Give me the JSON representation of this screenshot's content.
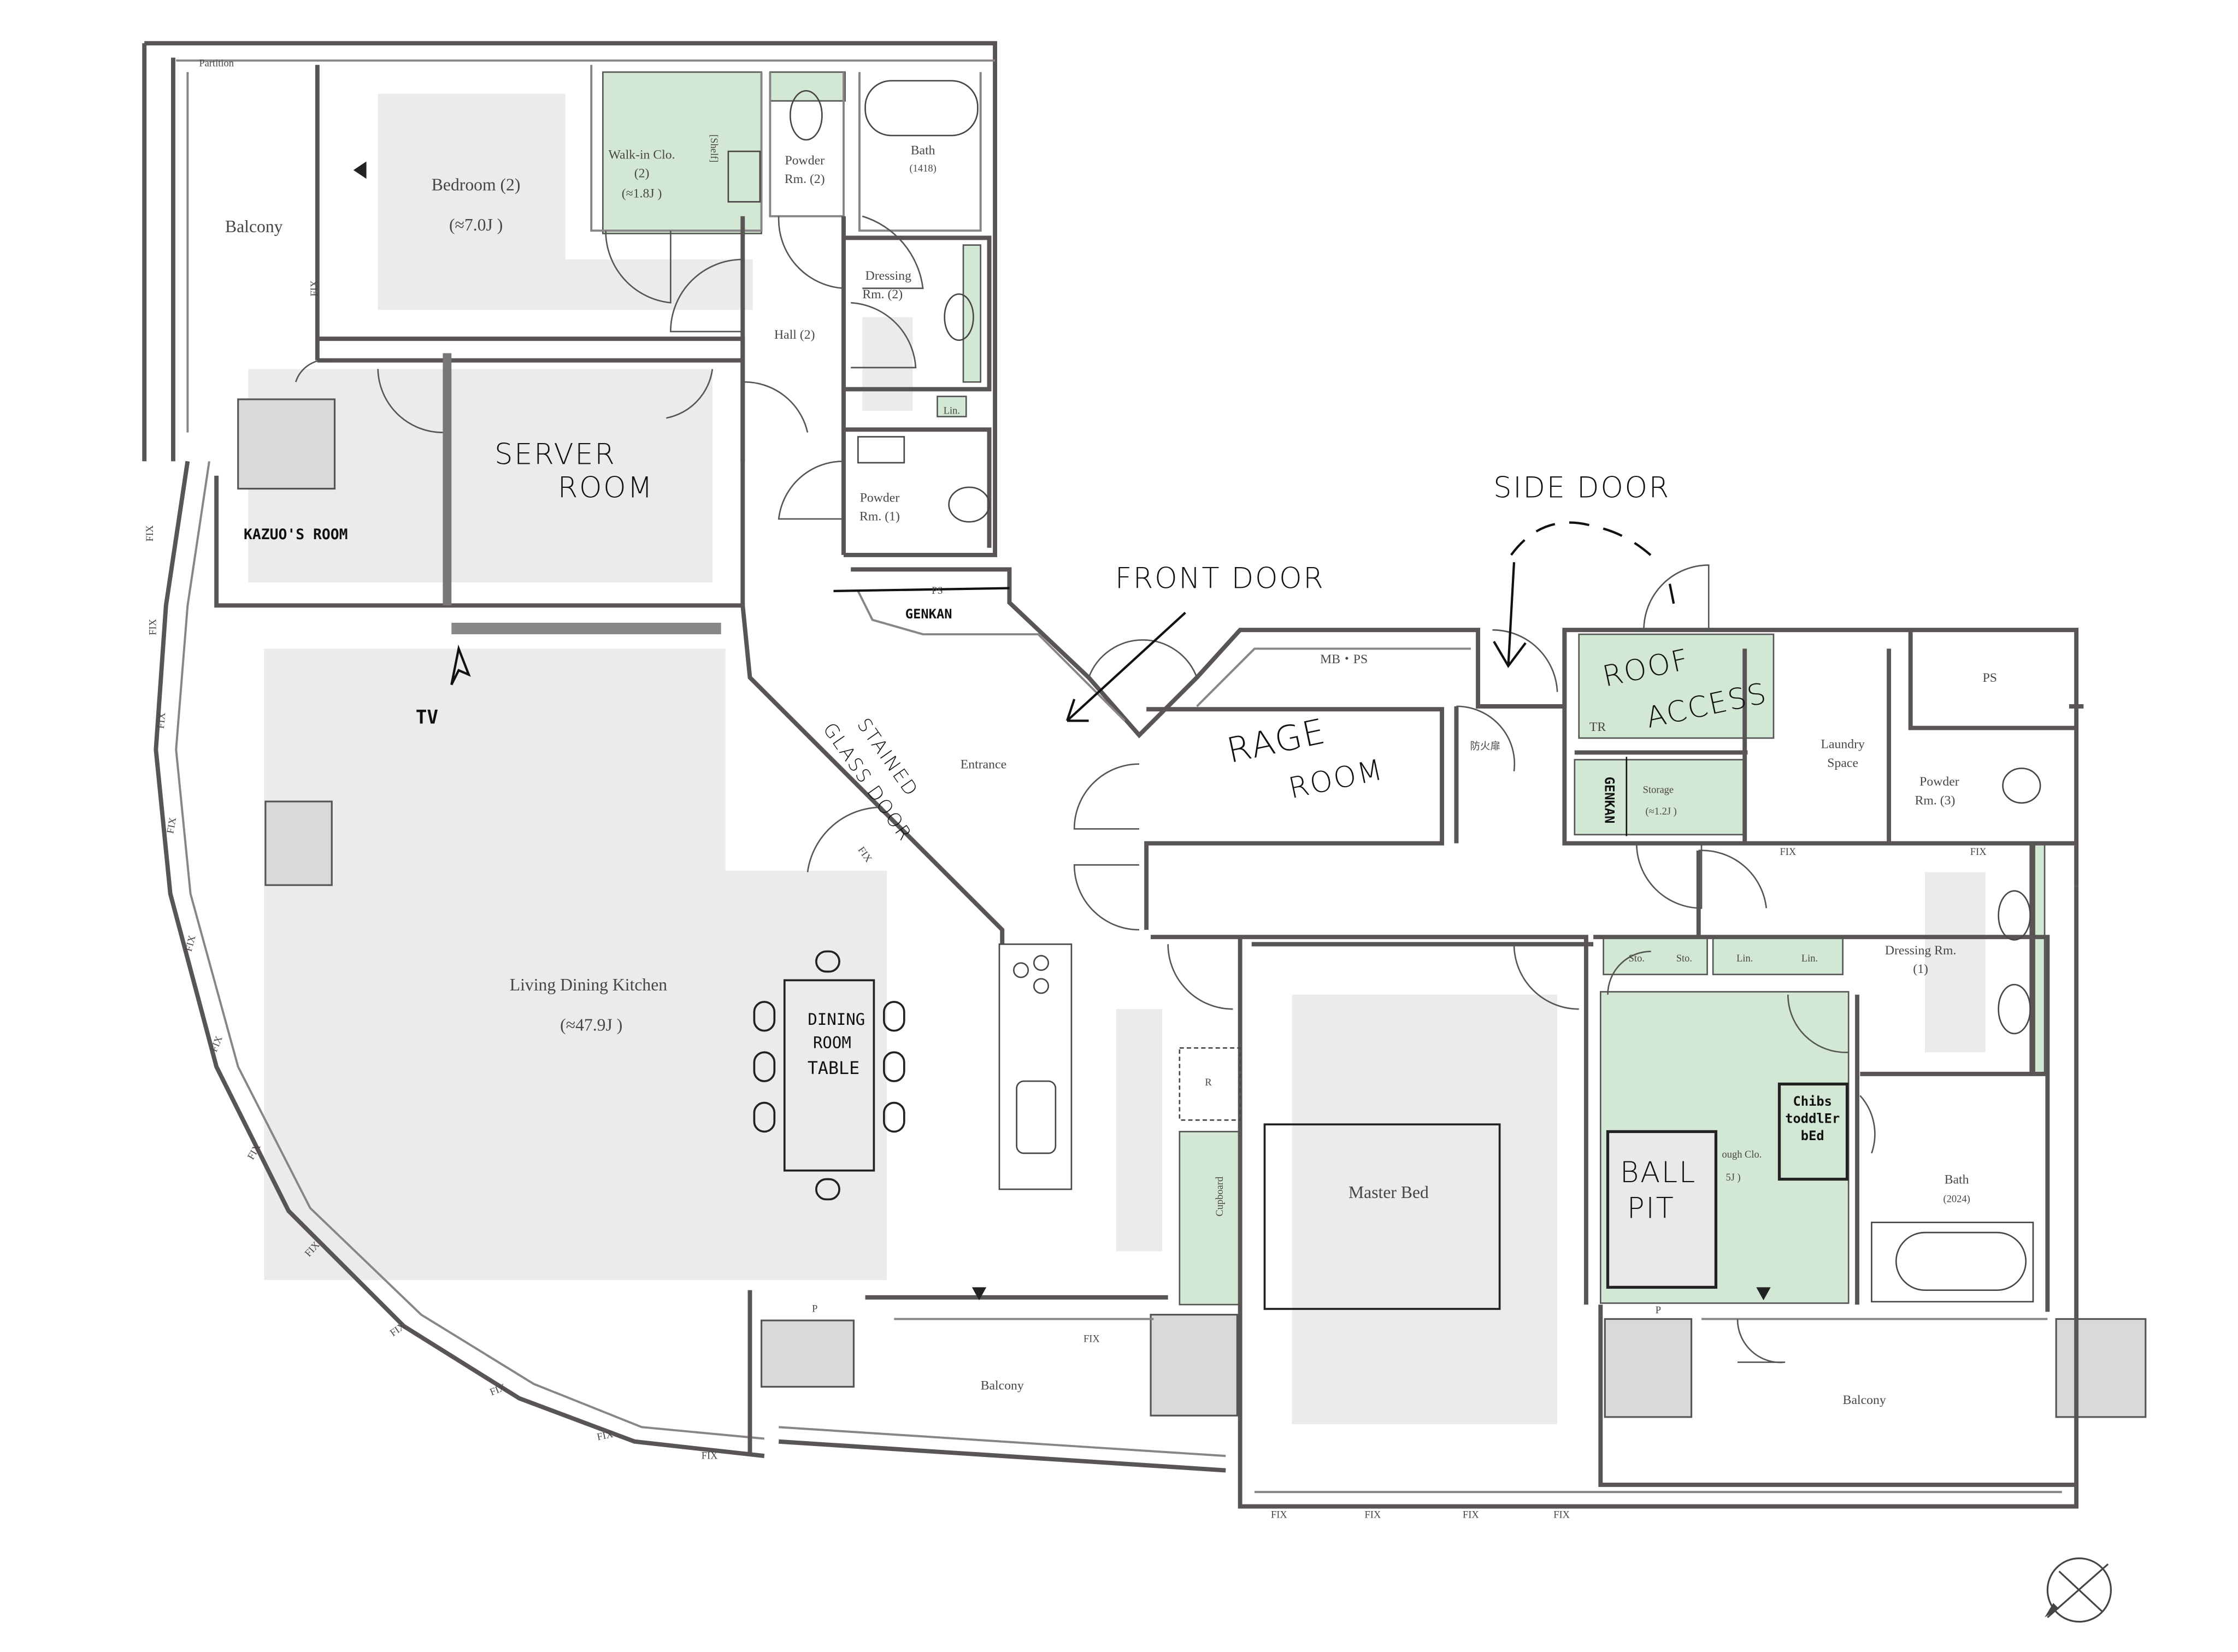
{
  "labels": {
    "partition": "Partition",
    "balcony_left": "Balcony",
    "bedroom2": "Bedroom (2)",
    "bedroom2_size": "(≈7.0J )",
    "walkin2": "Walk-in Clo.",
    "walkin2_num": "(2)",
    "walkin2_size": "(≈1.8J )",
    "shelf": "[Shelf]",
    "powder2": "Powder",
    "powder2_b": "Rm. (2)",
    "bath1": "Bath",
    "bath1_size": "(1418)",
    "dressing2": "Dressing",
    "dressing2_b": "Rm. (2)",
    "lin_top": "Lin.",
    "hall2": "Hall (2)",
    "powder1": "Powder",
    "powder1_b": "Rm. (1)",
    "ps_top": "PS",
    "mbps": "MB・PS",
    "entrance": "Entrance",
    "tr": "TR",
    "ps_right": "PS",
    "laundry": "Laundry",
    "laundry_b": "Space",
    "storage": "Storage",
    "storage_size": "(≈1.2J )",
    "powder3": "Powder",
    "powder3_b": "Rm. (3)",
    "sto1": "Sto.",
    "sto2": "Sto.",
    "lin1": "Lin.",
    "lin2": "Lin.",
    "dressing1": "Dressing Rm.",
    "dressing1_b": "(1)",
    "ldk": "Living Dining Kitchen",
    "ldk_size": "(≈47.9J )",
    "fridge": "R",
    "cupboard": "Cupboard",
    "master_bed": "Master Bed",
    "walkthrough": "ough Clo.",
    "walkthrough_size": "5J )",
    "bath2": "Bath",
    "bath2_size": "(2024)",
    "p1": "P",
    "p2": "P",
    "balcony_mid": "Balcony",
    "balcony_right": "Balcony",
    "fire_door": "防火扉",
    "fix": "FIX"
  },
  "annotations": {
    "server_room_1": "SERVER",
    "server_room_2": "ROOM",
    "kazuo": "KAZUO'S ROOM",
    "tv": "TV",
    "genkan_top": "GENKAN",
    "front_door": "FRONT DOOR",
    "side_door": "SIDE DOOR",
    "stained_1": "STAINED",
    "stained_2": "GLASS DOOR",
    "rage_1": "RAGE",
    "rage_2": "ROOM",
    "roof_1": "ROOF",
    "roof_2": "ACCESS",
    "genkan_side": "GENKAN",
    "dining_1": "DINING",
    "dining_2": "ROOM",
    "dining_3": "TABLE",
    "ball_1": "BALL",
    "ball_2": "PIT",
    "chibs_1": "Chibs",
    "chibs_2": "toddlEr",
    "chibs_3": "bEd"
  },
  "colors": {
    "storage_green": "#d3e8d4",
    "floor_grey": "#ebebea",
    "wall": "#5a5555"
  }
}
